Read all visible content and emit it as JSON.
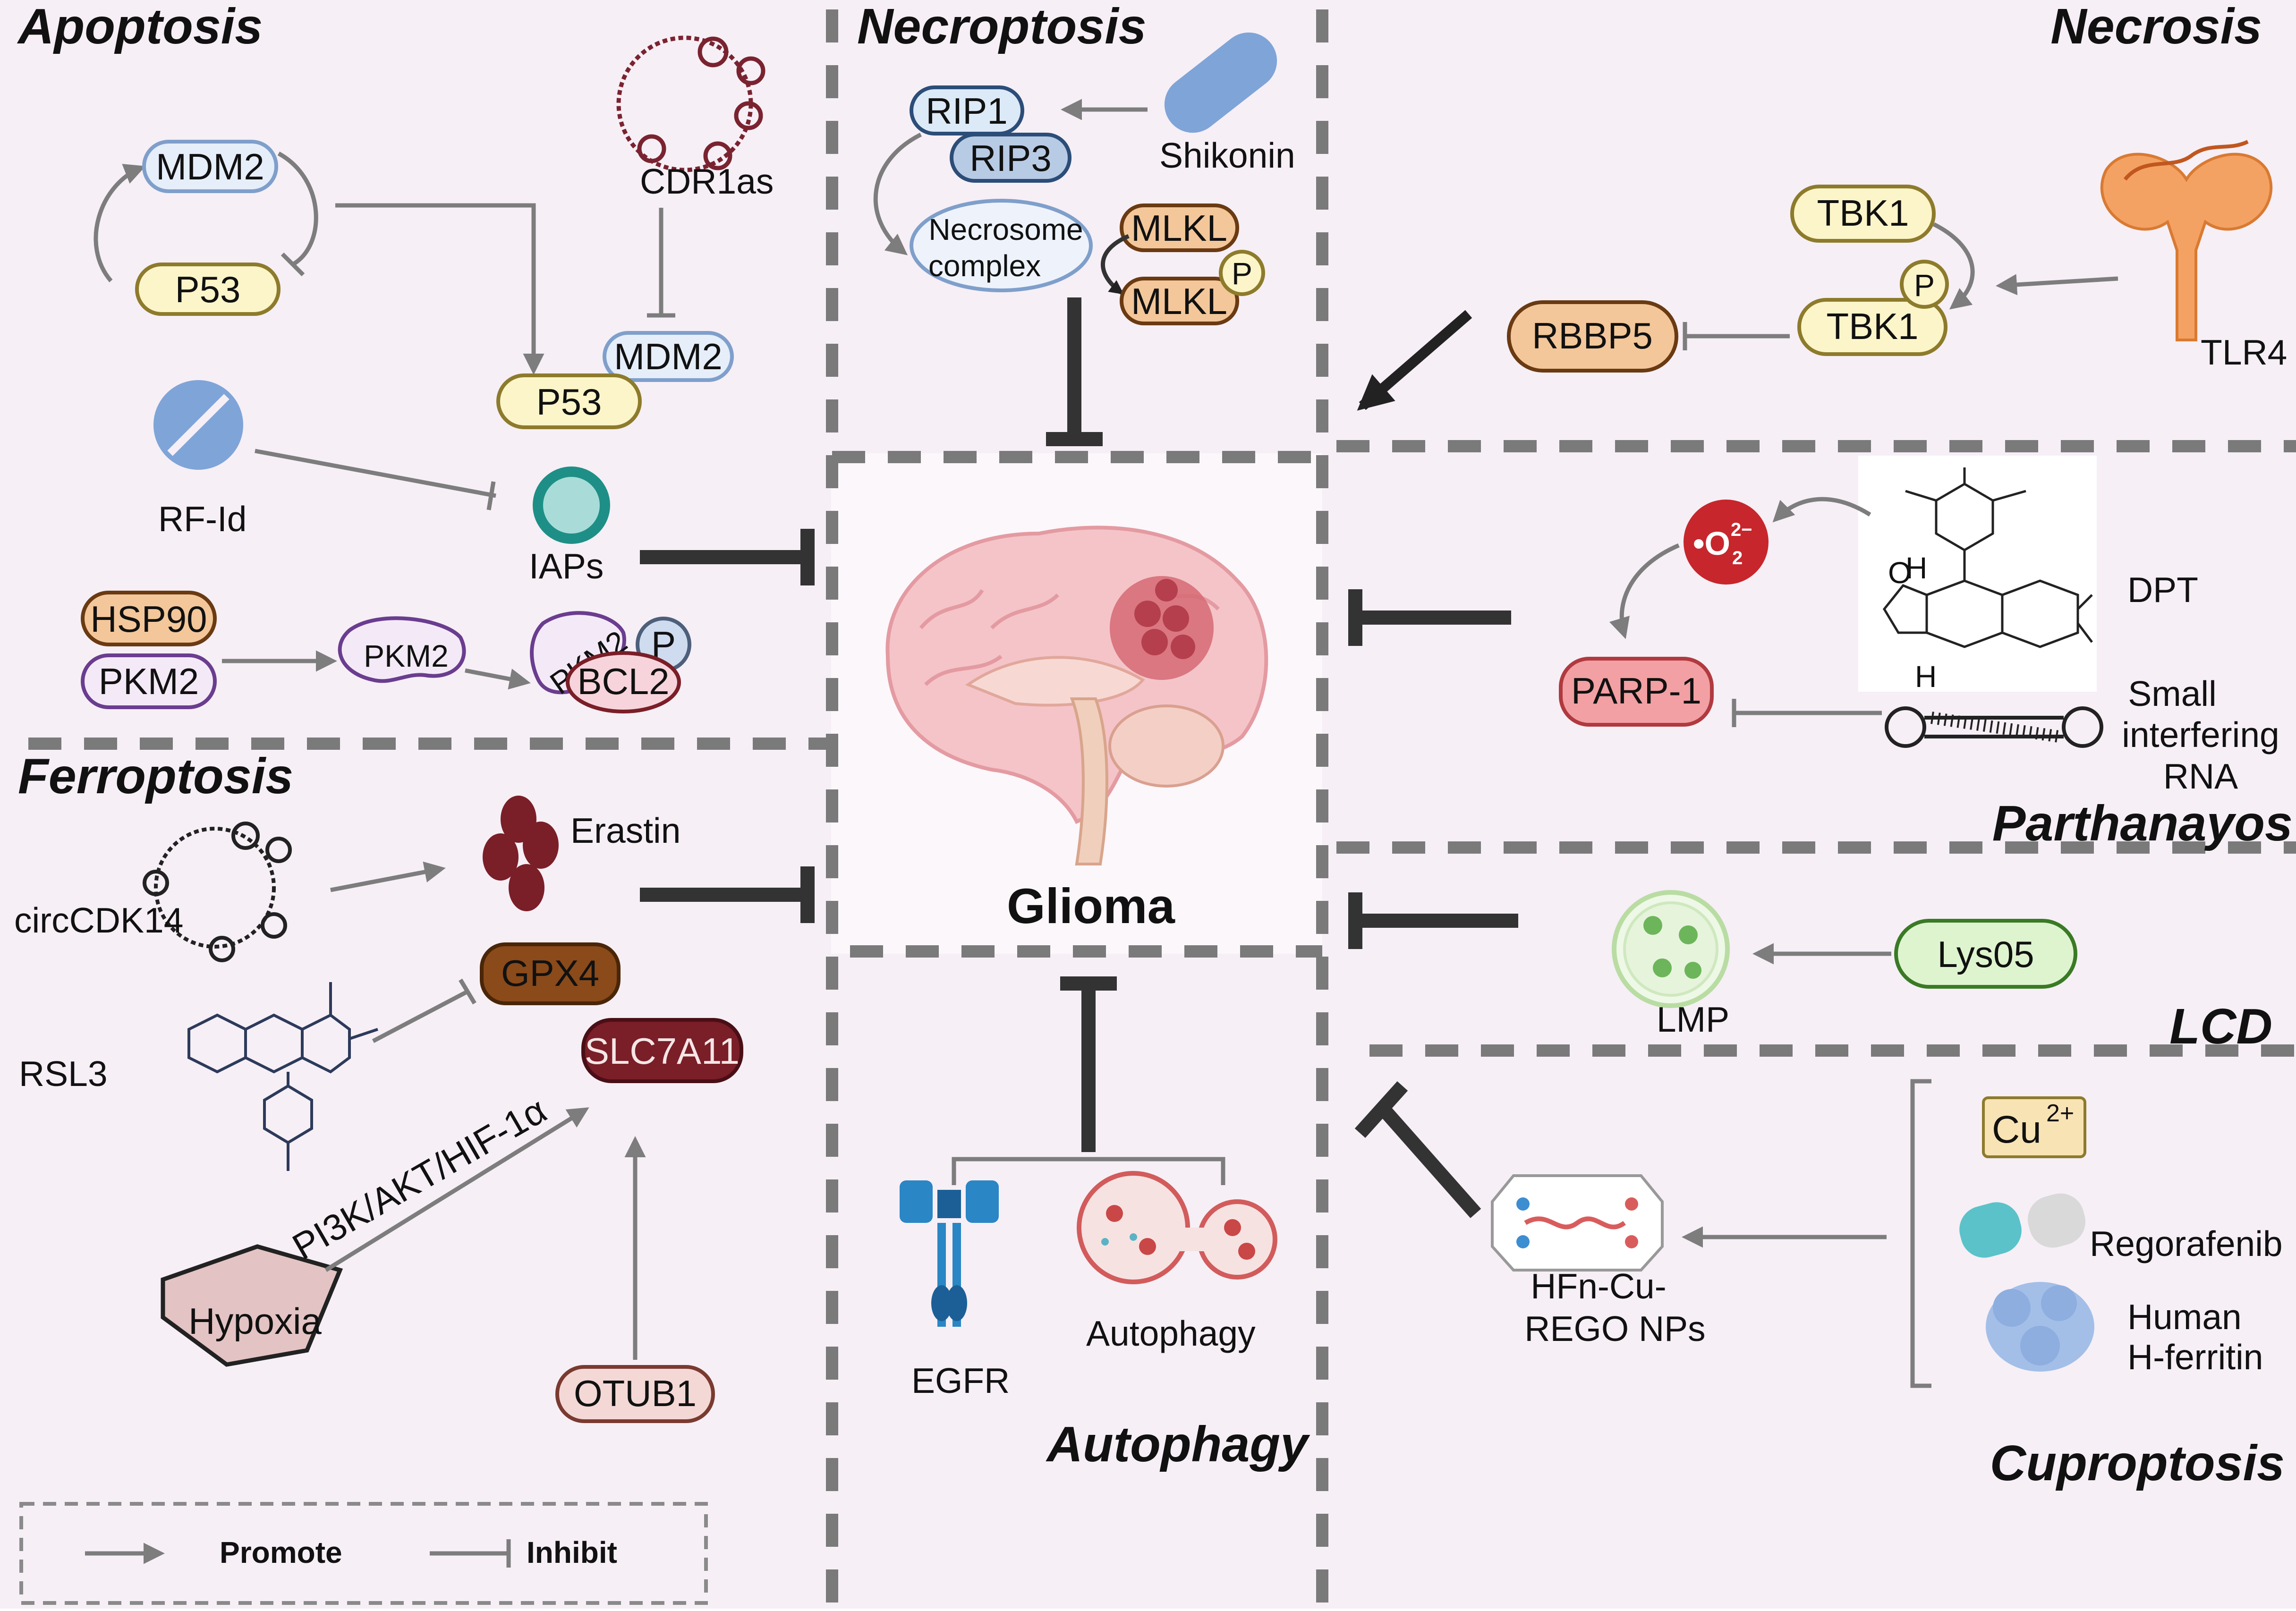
{
  "sections": {
    "apoptosis": "Apoptosis",
    "necroptosis": "Necroptosis",
    "necrosis": "Necrosis",
    "ferroptosis": "Ferroptosis",
    "parthanatos": "Parthanayos",
    "lcd": "LCD",
    "autophagy": "Autophagy",
    "cuproptosis": "Cuproptosis"
  },
  "center": {
    "label": "Glioma"
  },
  "apoptosis": {
    "mdm2_top": "MDM2",
    "p53_left": "P53",
    "cdr1as": "CDR1as",
    "mdm2_right": "MDM2",
    "p53_center": "P53",
    "rfid": "RF-Id",
    "iaps": "IAPs",
    "hsp90": "HSP90",
    "pkm2_left": "PKM2",
    "pkm2_mid": "PKM2",
    "pkm2_complex": "PKM2",
    "p_badge": "P",
    "bcl2": "BCL2"
  },
  "necroptosis": {
    "rip1": "RIP1",
    "rip3": "RIP3",
    "shikonin": "Shikonin",
    "necrosome_line1": "Necrosome",
    "necrosome_line2": "complex",
    "mlkl_top": "MLKL",
    "mlkl_bottom": "MLKL",
    "p_badge": "P"
  },
  "necrosis": {
    "tbk1_top": "TBK1",
    "tbk1_bottom": "TBK1",
    "p_badge": "P",
    "rbbp5": "RBBP5",
    "tlr4": "TLR4"
  },
  "ferroptosis": {
    "circcdk14": "circCDK14",
    "erastin": "Erastin",
    "rsl3": "RSL3",
    "gpx4": "GPX4",
    "slc7a11": "SLC7A11",
    "pathway": "PI3K/AKT/HIF-1α",
    "hypoxia": "Hypoxia",
    "otub1": "OTUB1"
  },
  "parthanatos": {
    "superoxide_base": "•O",
    "superoxide_charge": "2−",
    "superoxide_sub": "2",
    "parp1": "PARP-1",
    "dpt": "DPT",
    "sirna_line1": "Small",
    "sirna_line2": "interfering",
    "sirna_line3": "RNA",
    "h_top": "H",
    "h_bottom": "H",
    "o_mark": "O"
  },
  "lcd": {
    "lys05": "Lys05",
    "lmp": "LMP"
  },
  "autophagy": {
    "egfr": "EGFR",
    "autophagy_label": "Autophagy"
  },
  "cuproptosis": {
    "cu": "Cu",
    "cu_charge": "2+",
    "regorafenib": "Regorafenib",
    "ferritin_line1": "Human",
    "ferritin_line2": "H-ferritin",
    "nps_line1": "HFn-Cu-",
    "nps_line2": "REGO NPs"
  },
  "legend": {
    "promote": "Promote",
    "inhibit": "Inhibit"
  },
  "colors": {
    "background": "#f6eff6",
    "dash": "#7a7a7a",
    "inhibit_bar": "#333333",
    "arrow_gray": "#7d7d7d",
    "yellow_fill": "#fbf5c9",
    "yellow_stroke": "#8d7b2c",
    "blue_fill": "#cfe0f3",
    "blue_stroke": "#4d6f96",
    "brown_fill": "#f3c79a",
    "brown_stroke": "#6a3a12",
    "purple_stroke": "#6a3d8f",
    "red_fill": "#f2a0a3",
    "green_fill": "#def4cf",
    "green_stroke": "#3a7a25",
    "dark_red": "#7a1e28",
    "gpx4_fill": "#8a4a1a"
  }
}
